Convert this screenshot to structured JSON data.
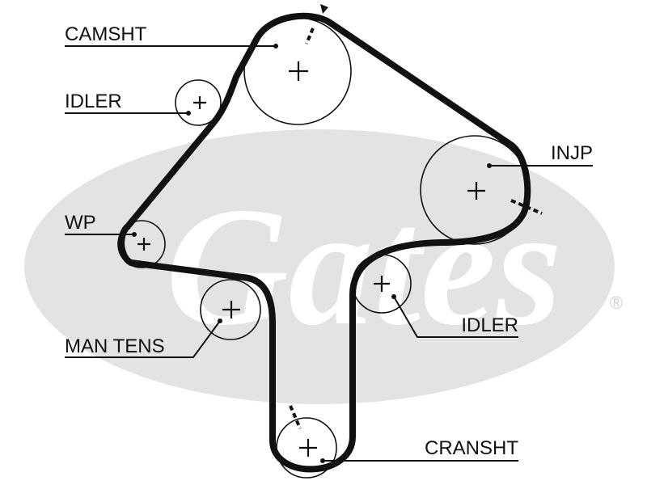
{
  "diagram": {
    "labels": {
      "camshaft": "CAMSHT",
      "idler_upper": "IDLER",
      "water_pump": "WP",
      "manual_tensioner": "MAN TENS",
      "injection_pump": "INJP",
      "idler_lower": "IDLER",
      "crankshaft": "CRANSHT"
    },
    "watermark": {
      "text": "Gates",
      "registered_mark": "®"
    },
    "colors": {
      "belt": "#111111",
      "watermark": "#e3e3e3",
      "text": "#111111"
    }
  }
}
